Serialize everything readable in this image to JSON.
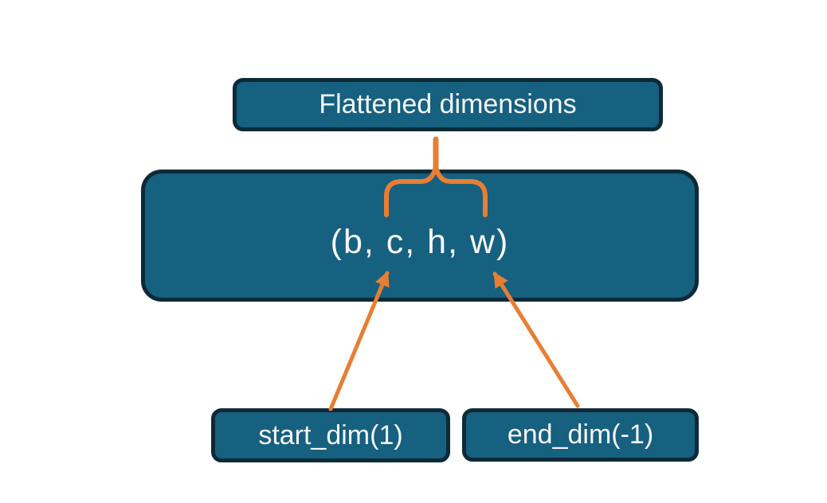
{
  "diagram": {
    "top_box": {
      "label": "Flattened dimensions"
    },
    "tensor_box": {
      "label": "(b, c, h, w)"
    },
    "start_box": {
      "label": "start_dim(1)"
    },
    "end_box": {
      "label": "end_dim(-1)"
    },
    "relations": {
      "brace": "Flattened dimensions groups c, h, w of (b, c, h, w)",
      "start_arrow_target": "c",
      "end_arrow_target": "w"
    }
  },
  "colors": {
    "box_fill": "#166080",
    "box_border": "#0d2a38",
    "accent_orange": "#e87e33",
    "text": "#f7f7f7",
    "background": "#ffffff"
  }
}
